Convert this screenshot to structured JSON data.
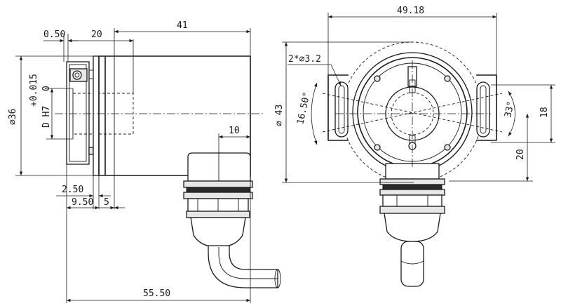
{
  "dimensions": {
    "d_0_50": "0.50",
    "d_20": "20",
    "d_41": "41",
    "d_10": "10",
    "d_2_50": "2.50",
    "d_9_50": "9.50",
    "d_5": "5",
    "d_55_50": "55.50",
    "d_dia36": "⌀36",
    "d_tol": "+0.015",
    "d_tol0": "0",
    "d_dh7": "D H7",
    "d_49_18": "49.18",
    "d_holes": "2*⌀3.2",
    "d_16_50": "16.50°",
    "d_dia43": "⌀ 43",
    "d_33": "33°",
    "d_18": "18",
    "d_20r": "20"
  }
}
